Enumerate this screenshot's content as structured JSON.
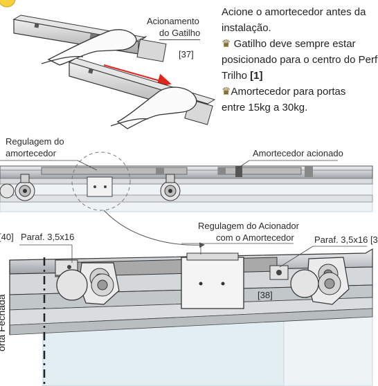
{
  "instructions": {
    "line1": "Acione o amortecedor antes da",
    "line2": "instalação.",
    "line3": "Gatilho deve sempre estar",
    "line4": "posicionado para o centro do Perf",
    "line5_prefix": "Trilho ",
    "line5_ref": "[1]",
    "line6": "Amortecedor para portas",
    "line7": "entre 15kg a 30kg.",
    "bullet_icon": "crown-icon"
  },
  "labels": {
    "acionamento_l1": "Acionamento",
    "acionamento_l2": "do Gatilho",
    "ref_37": "[37]",
    "regulagem_l1": "Regulagem do",
    "regulagem_l2": "amortecedor",
    "amortecedor_acionado": "Amortecedor acionado",
    "ref_40": "[40]",
    "paraf_left": "Paraf. 3,5x16",
    "acionador_l1": "Regulagem do Acionador",
    "acionador_l2": "com o Amortecedor",
    "paraf_right": "Paraf. 3,5x16 [3",
    "ref_38": "[38]",
    "porta_fechada": "orta Fechada"
  },
  "colors": {
    "arrow_red": "#e0261c",
    "badge_yellow": "#f4d13d",
    "metal": "#cfd3d6",
    "dark": "#3a3a3a"
  }
}
